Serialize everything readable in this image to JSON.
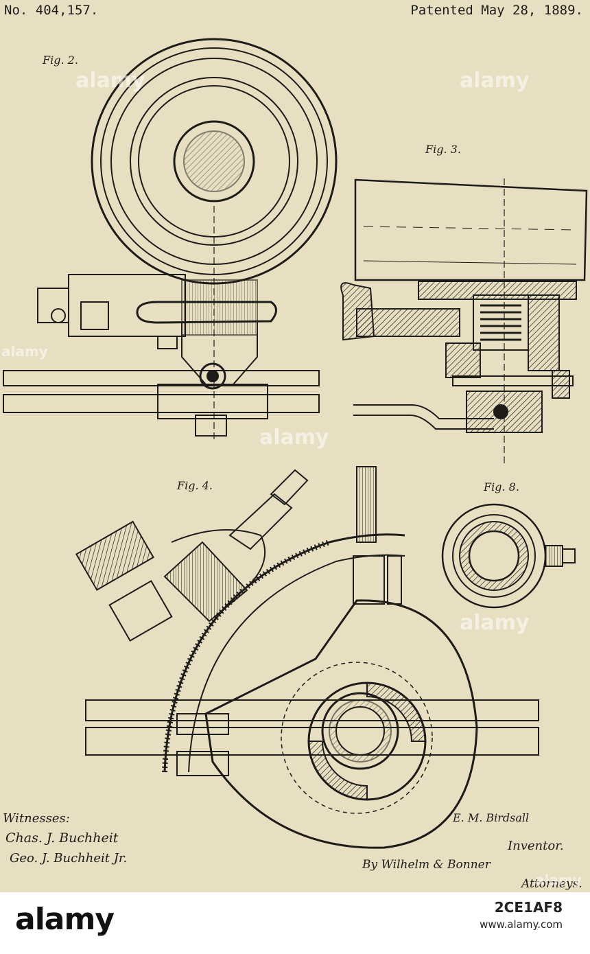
{
  "header": {
    "patent_number": "No. 404,157.",
    "patent_date": "Patented May 28, 1889."
  },
  "figures": {
    "fig2": "Fig. 2.",
    "fig3": "Fig. 3.",
    "fig4": "Fig. 4.",
    "fig8": "Fig. 8."
  },
  "signatures": {
    "witnesses_label": "Witnesses:",
    "witness_1": "Chas. J. Buchheit",
    "witness_2": "Geo. J. Buchheit Jr.",
    "inventor_name": "E. M. Birdsall",
    "inventor_label": "Inventor.",
    "by_attorneys": "By Wilhelm & Bonner",
    "attorneys_label": "Attorneys."
  },
  "watermark": {
    "text": "alamy",
    "color": "#ffffff"
  },
  "footer": {
    "logo": "alamy",
    "image_id": "2CE1AF8",
    "url": "www.alamy.com",
    "background": "#ffffff"
  },
  "colors": {
    "paper": "#e7dfc1",
    "ink": "#1e1c18"
  }
}
